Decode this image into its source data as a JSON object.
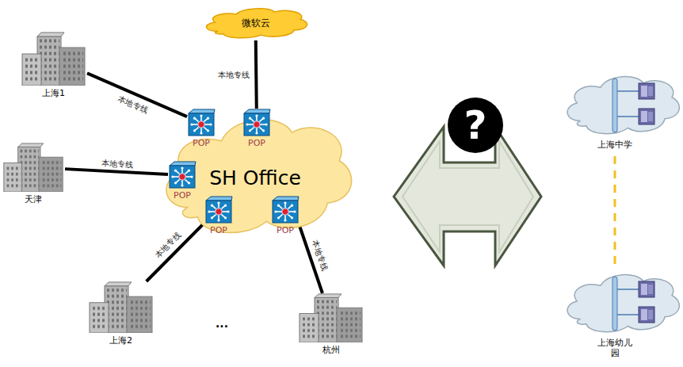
{
  "diagram": {
    "nodes": [
      {
        "text": [
          "微软云"
        ]
      },
      {
        "text": [
          "上海1"
        ]
      },
      {
        "text": [
          "SH Office"
        ]
      },
      {
        "text": [
          "POP"
        ],
        "in": 2
      },
      {
        "text": [
          "POP"
        ],
        "in": 2
      },
      {
        "text": [
          "POP"
        ],
        "in": 2
      },
      {
        "text": [
          "POP"
        ],
        "in": 2
      },
      {
        "text": [
          "POP"
        ],
        "in": 2
      },
      {
        "text": [
          "天津"
        ]
      },
      {
        "text": [
          "上海2"
        ]
      },
      {
        "text": [
          "杭州"
        ]
      },
      {
        "text": [
          "?"
        ]
      },
      {
        "text": [
          "上海中学"
        ]
      },
      {
        "text": [
          "上海幼儿园"
        ]
      }
    ],
    "edges": [
      {
        "from": 1,
        "to": 3,
        "label": "本地专线",
        "arrow": "none"
      },
      {
        "from": 0,
        "to": 4,
        "label": "本地专线",
        "arrow": "none"
      },
      {
        "from": 8,
        "to": 5,
        "label": "本地专线",
        "arrow": "none"
      },
      {
        "from": 9,
        "to": 6,
        "label": "本地专线",
        "arrow": "none"
      },
      {
        "from": 10,
        "to": 7,
        "label": "本地专线",
        "arrow": "none"
      },
      {
        "from": 12,
        "to": 13,
        "arrow": "none"
      }
    ],
    "labels": [
      "..."
    ]
  }
}
